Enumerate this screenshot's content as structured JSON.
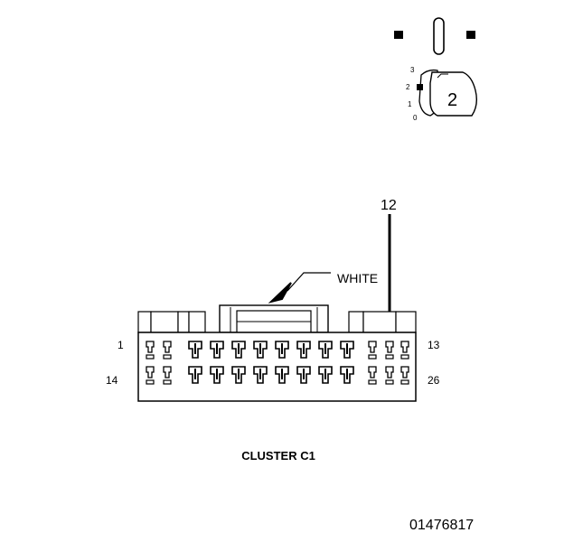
{
  "connector": {
    "name": "CLUSTER C1",
    "color_label": "WHITE",
    "pointer_pin": "12",
    "pin_labels": {
      "top_left": "1",
      "top_right": "13",
      "bottom_left": "14",
      "bottom_right": "26"
    }
  },
  "key_indicator": {
    "positions": [
      "3",
      "2",
      "1",
      "0"
    ],
    "current": "2"
  },
  "figure_id": "01476817"
}
